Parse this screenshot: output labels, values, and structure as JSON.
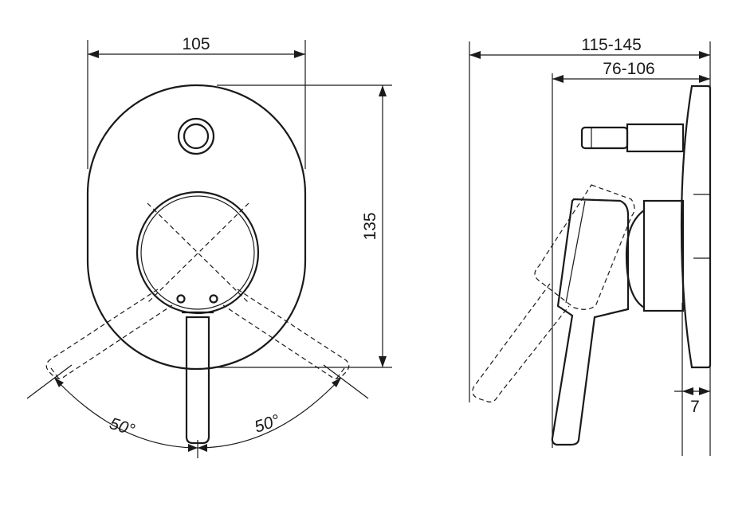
{
  "front_view": {
    "width_label": "105",
    "height_label": "135",
    "angle_left_label": "50°",
    "angle_right_label": "50°"
  },
  "side_view": {
    "depth_total_label": "115-145",
    "depth_inner_label": "76-106",
    "plate_label": "7"
  },
  "colors": {
    "line": "#1a1a1a",
    "background": "#ffffff"
  }
}
